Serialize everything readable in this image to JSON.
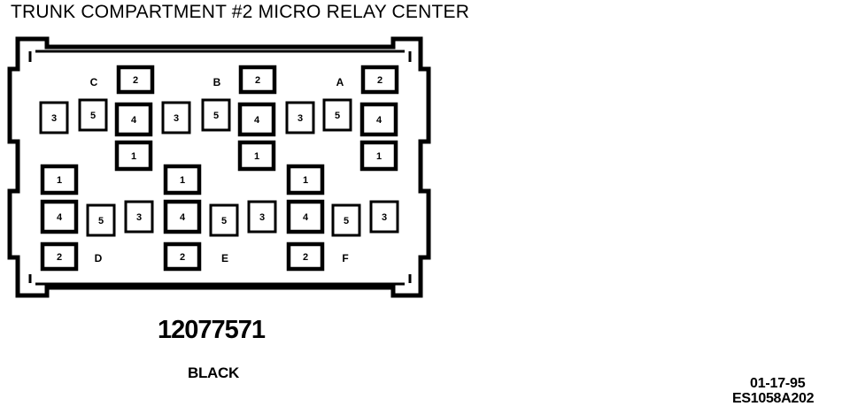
{
  "diagram": {
    "title": "TRUNK COMPARTMENT #2 MICRO RELAY CENTER",
    "part_number": "12077571",
    "color": "BLACK",
    "date": "01-17-95",
    "drawing_code": "ES1058A202"
  },
  "relays": [
    {
      "id": "C",
      "label": "C",
      "pins": {
        "2": "2",
        "3": "3",
        "5": "5",
        "4": "4",
        "1": "1"
      }
    },
    {
      "id": "B",
      "label": "B",
      "pins": {
        "2": "2",
        "3": "3",
        "5": "5",
        "4": "4",
        "1": "1"
      }
    },
    {
      "id": "A",
      "label": "A",
      "pins": {
        "2": "2",
        "3": "3",
        "5": "5",
        "4": "4",
        "1": "1"
      }
    },
    {
      "id": "D",
      "label": "D",
      "pins": {
        "1": "1",
        "4": "4",
        "5": "5",
        "3": "3",
        "2": "2"
      }
    },
    {
      "id": "E",
      "label": "E",
      "pins": {
        "1": "1",
        "4": "4",
        "5": "5",
        "3": "3",
        "2": "2"
      }
    },
    {
      "id": "F",
      "label": "F",
      "pins": {
        "1": "1",
        "4": "4",
        "5": "5",
        "3": "3",
        "2": "2"
      }
    }
  ]
}
